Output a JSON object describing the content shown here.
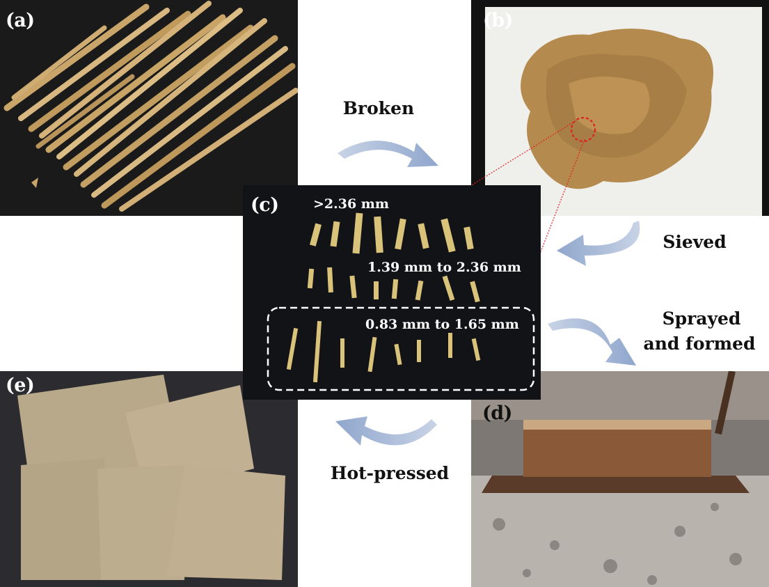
{
  "panels": {
    "a": {
      "label": "(a)"
    },
    "b": {
      "label": "(b)"
    },
    "c": {
      "label": "(c)"
    },
    "d": {
      "label": "(d)"
    },
    "e": {
      "label": "(e)"
    }
  },
  "steps": {
    "broken": "Broken",
    "sieved": "Sieved",
    "sprayed_line1": "Sprayed",
    "sprayed_line2": "and formed",
    "hot_pressed": "Hot-pressed"
  },
  "size_classes": [
    ">2.36 mm",
    "1.39 mm to 2.36 mm",
    "0.83 mm to 1.65 mm"
  ],
  "colors": {
    "arrow": "#a9b9d6",
    "highlight_circle": "#e02020",
    "dashed_box": "#ffffff"
  }
}
